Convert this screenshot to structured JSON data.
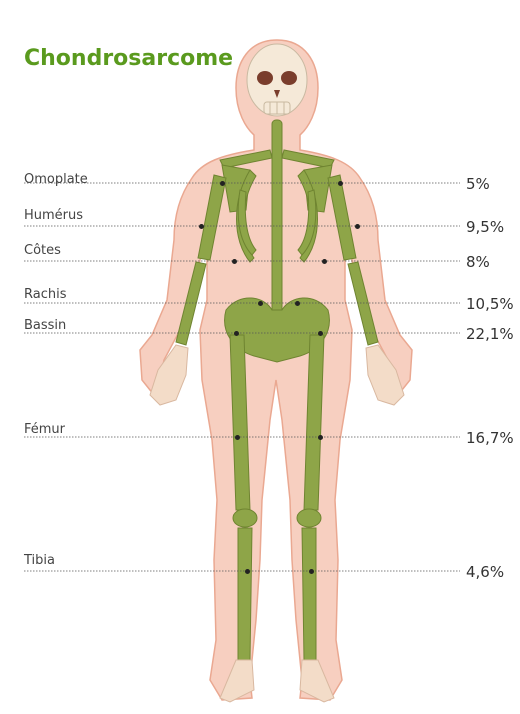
{
  "title": "Chondrosarcome",
  "colors": {
    "title": "#5a9a1e",
    "bone": "#8ea548",
    "skull": "#f5e9d8",
    "body": "#f7cfc0",
    "outline": "#e9a98f"
  },
  "bones": [
    {
      "name": "Omoplate",
      "percent": "5%"
    },
    {
      "name": "Humérus",
      "percent": "9,5%"
    },
    {
      "name": "Côtes",
      "percent": "8%"
    },
    {
      "name": "Rachis",
      "percent": "10,5%"
    },
    {
      "name": "Bassin",
      "percent": "22,1%"
    },
    {
      "name": "Fémur",
      "percent": "16,7%"
    },
    {
      "name": "Tibia",
      "percent": "4,6%"
    }
  ]
}
